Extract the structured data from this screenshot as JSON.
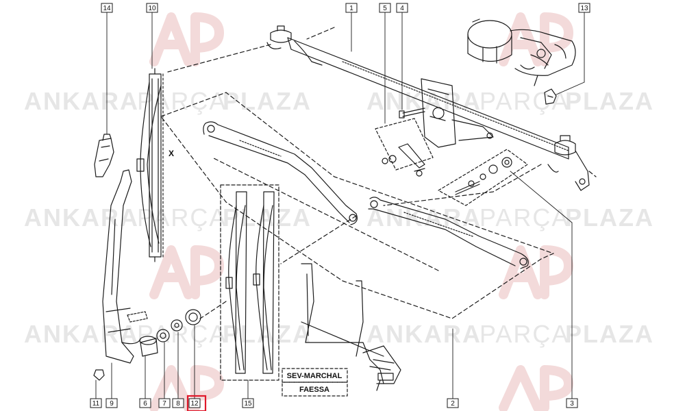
{
  "watermark": {
    "word1": "ANKARA",
    "word2": "PARÇA",
    "word3": "PLAZA",
    "logo_letters": "AP"
  },
  "labels": {
    "p14": "14",
    "p10": "10",
    "p1": "1",
    "p5": "5",
    "p4": "4",
    "p13": "13",
    "p11": "11",
    "p9": "9",
    "p6": "6",
    "p7": "7",
    "p8": "8",
    "p12": "12",
    "p15": "15",
    "p2": "2",
    "p3": "3"
  },
  "dimension_mark": "X",
  "brand_box": {
    "line1": "SEV-MARCHAL",
    "line2": "FAESSA"
  },
  "colors": {
    "line": "#1a1a1a",
    "watermark": "#e3e3e3",
    "logo": "#f4dede",
    "highlight": "#e0182a"
  }
}
